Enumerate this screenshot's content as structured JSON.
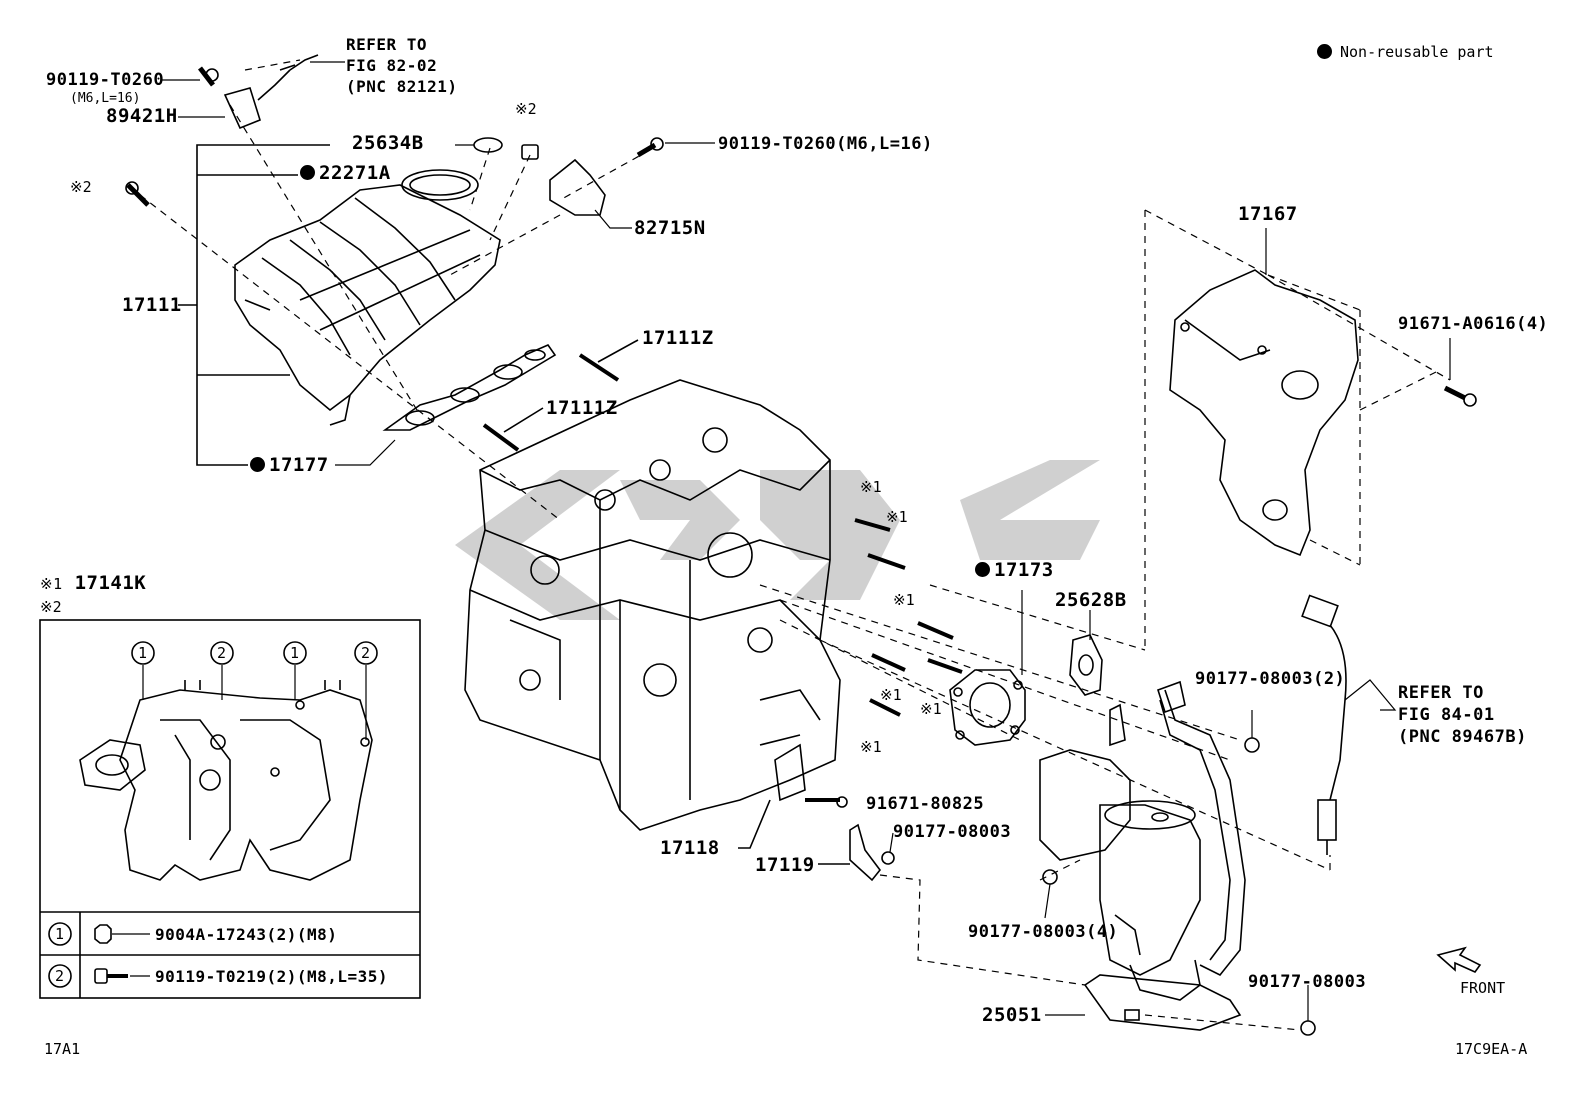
{
  "legend": {
    "text": "Non-reusable part"
  },
  "labels": {
    "p90119_t0260_a": "90119-T0260",
    "p90119_t0260_a_spec": "(M6,L=16)",
    "p89421h": "89421H",
    "refer_a_1": "REFER TO",
    "refer_a_2": "FIG 82-02",
    "refer_a_3": "(PNC 82121)",
    "p25634b": "25634B",
    "p22271a": "22271A",
    "mark2_a": "※2",
    "mark2_b": "※2",
    "p90119_t0260_b": "90119-T0260(M6,L=16)",
    "p82715n": "82715N",
    "p17111": "17111",
    "p17111z_a": "17111Z",
    "p17111z_b": "17111Z",
    "p17177": "17177",
    "p17167": "17167",
    "p91671_a0616": "91671-A0616(4)",
    "mark1_a": "※1",
    "mark1_b": "※1",
    "mark1_c": "※1",
    "mark1_d": "※1",
    "mark1_e": "※1",
    "mark1_f": "※1",
    "p17173": "17173",
    "p25628b": "25628B",
    "p90177_08003_2": "90177-08003(2)",
    "refer_b_1": "REFER TO",
    "refer_b_2": "FIG 84-01",
    "refer_b_3": "(PNC 89467B)",
    "p91671_80825": "91671-80825",
    "p17118": "17118",
    "p17119": "17119",
    "p90177_08003_a": "90177-08003",
    "p90177_08003_4": "90177-08003(4)",
    "p90177_08003_b": "90177-08003",
    "p25051": "25051",
    "front": "FRONT",
    "inset_mark1": "※1",
    "inset_p17141k": "17141K",
    "inset_mark2": "※2",
    "circ1_a": "1",
    "circ2_a": "2",
    "circ1_b": "1",
    "circ2_b": "2",
    "row1_num": "1",
    "row1_text": "9004A-17243(2)(M8)",
    "row2_num": "2",
    "row2_text": "90119-T0219(2)(M8,L=35)",
    "code_left": "17A1",
    "code_right": "17C9EA-A"
  }
}
